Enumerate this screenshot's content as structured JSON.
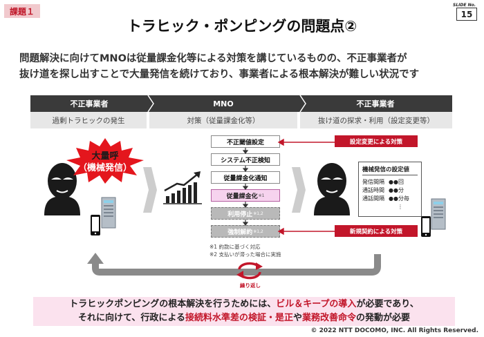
{
  "header": {
    "issue_tag": "課題１",
    "slide_no_label": "SLIDE No.",
    "slide_no": "15",
    "title": "トラヒック・ポンピングの問題点②"
  },
  "lead": {
    "line1": "問題解決に向けてMNOは従量課金化等による対策を講じているものの、不正事業者が",
    "line2": "抜け道を探し出すことで大量発信を続けており、事業者による根本解決が難しい状況です"
  },
  "columns": [
    {
      "header": "不正事業者",
      "sub": "過剰トラヒックの発生"
    },
    {
      "header": "MNO",
      "sub": "対策（従量課金化等）"
    },
    {
      "header": "不正事業者",
      "sub": "抜け道の探求・利用（設定変更等）"
    }
  ],
  "callout": {
    "line1": "大量呼",
    "line2": "（機械発信）"
  },
  "steps": [
    {
      "label": "不正閾値設定",
      "sup": "",
      "state": "normal"
    },
    {
      "label": "システム不正検知",
      "sup": "",
      "state": "normal"
    },
    {
      "label": "従量課金化通知",
      "sup": "",
      "state": "normal"
    },
    {
      "label": "従量課金化",
      "sup": "※1",
      "state": "active"
    },
    {
      "label": "利用停止",
      "sup": "※1,2",
      "state": "muted"
    },
    {
      "label": "強制解約",
      "sup": "※1,2",
      "state": "muted"
    }
  ],
  "notes": [
    "※1 約款に基づく対応",
    "※2 支払いが滞った場合に実施"
  ],
  "counter_labels": {
    "settings_change": "設定変更による対策",
    "new_contract": "新規契約による対策"
  },
  "settings_box": {
    "title": "機械発信の設定値",
    "rows": [
      {
        "key": "発信間隔",
        "value": "●●回"
      },
      {
        "key": "通話時間",
        "value": "●●分"
      },
      {
        "key": "通話間隔",
        "value": "●●分毎"
      }
    ],
    "ellipsis": "⋮"
  },
  "repeat_label": "繰り返し",
  "conclusion": {
    "line1_a": "トラヒックポンピングの根本解決を行うためには、",
    "line1_hl": "ビル＆キープの導入",
    "line1_b": "が必要であり、",
    "line2_a": "それに向けて、行政による",
    "line2_hl1": "接続料水準差の検証・是正",
    "line2_b": "や",
    "line2_hl2": "業務改善命令",
    "line2_c": "の発動が必要"
  },
  "copyright": "© 2022 NTT DOCOMO, INC. All Rights Reserved.",
  "colors": {
    "accent_red": "#c2162a",
    "tag_pink": "#f1c9cd",
    "highlight_pink": "#fbe2ee",
    "active_step": "#f6d3ee",
    "dark_header": "#3a3a3a"
  },
  "icons": [
    "hacker-icon",
    "phone-icon",
    "server-icon",
    "rising-chart-icon",
    "chevron-right-icon",
    "cycle-arrows-icon",
    "return-arrow-icon"
  ]
}
